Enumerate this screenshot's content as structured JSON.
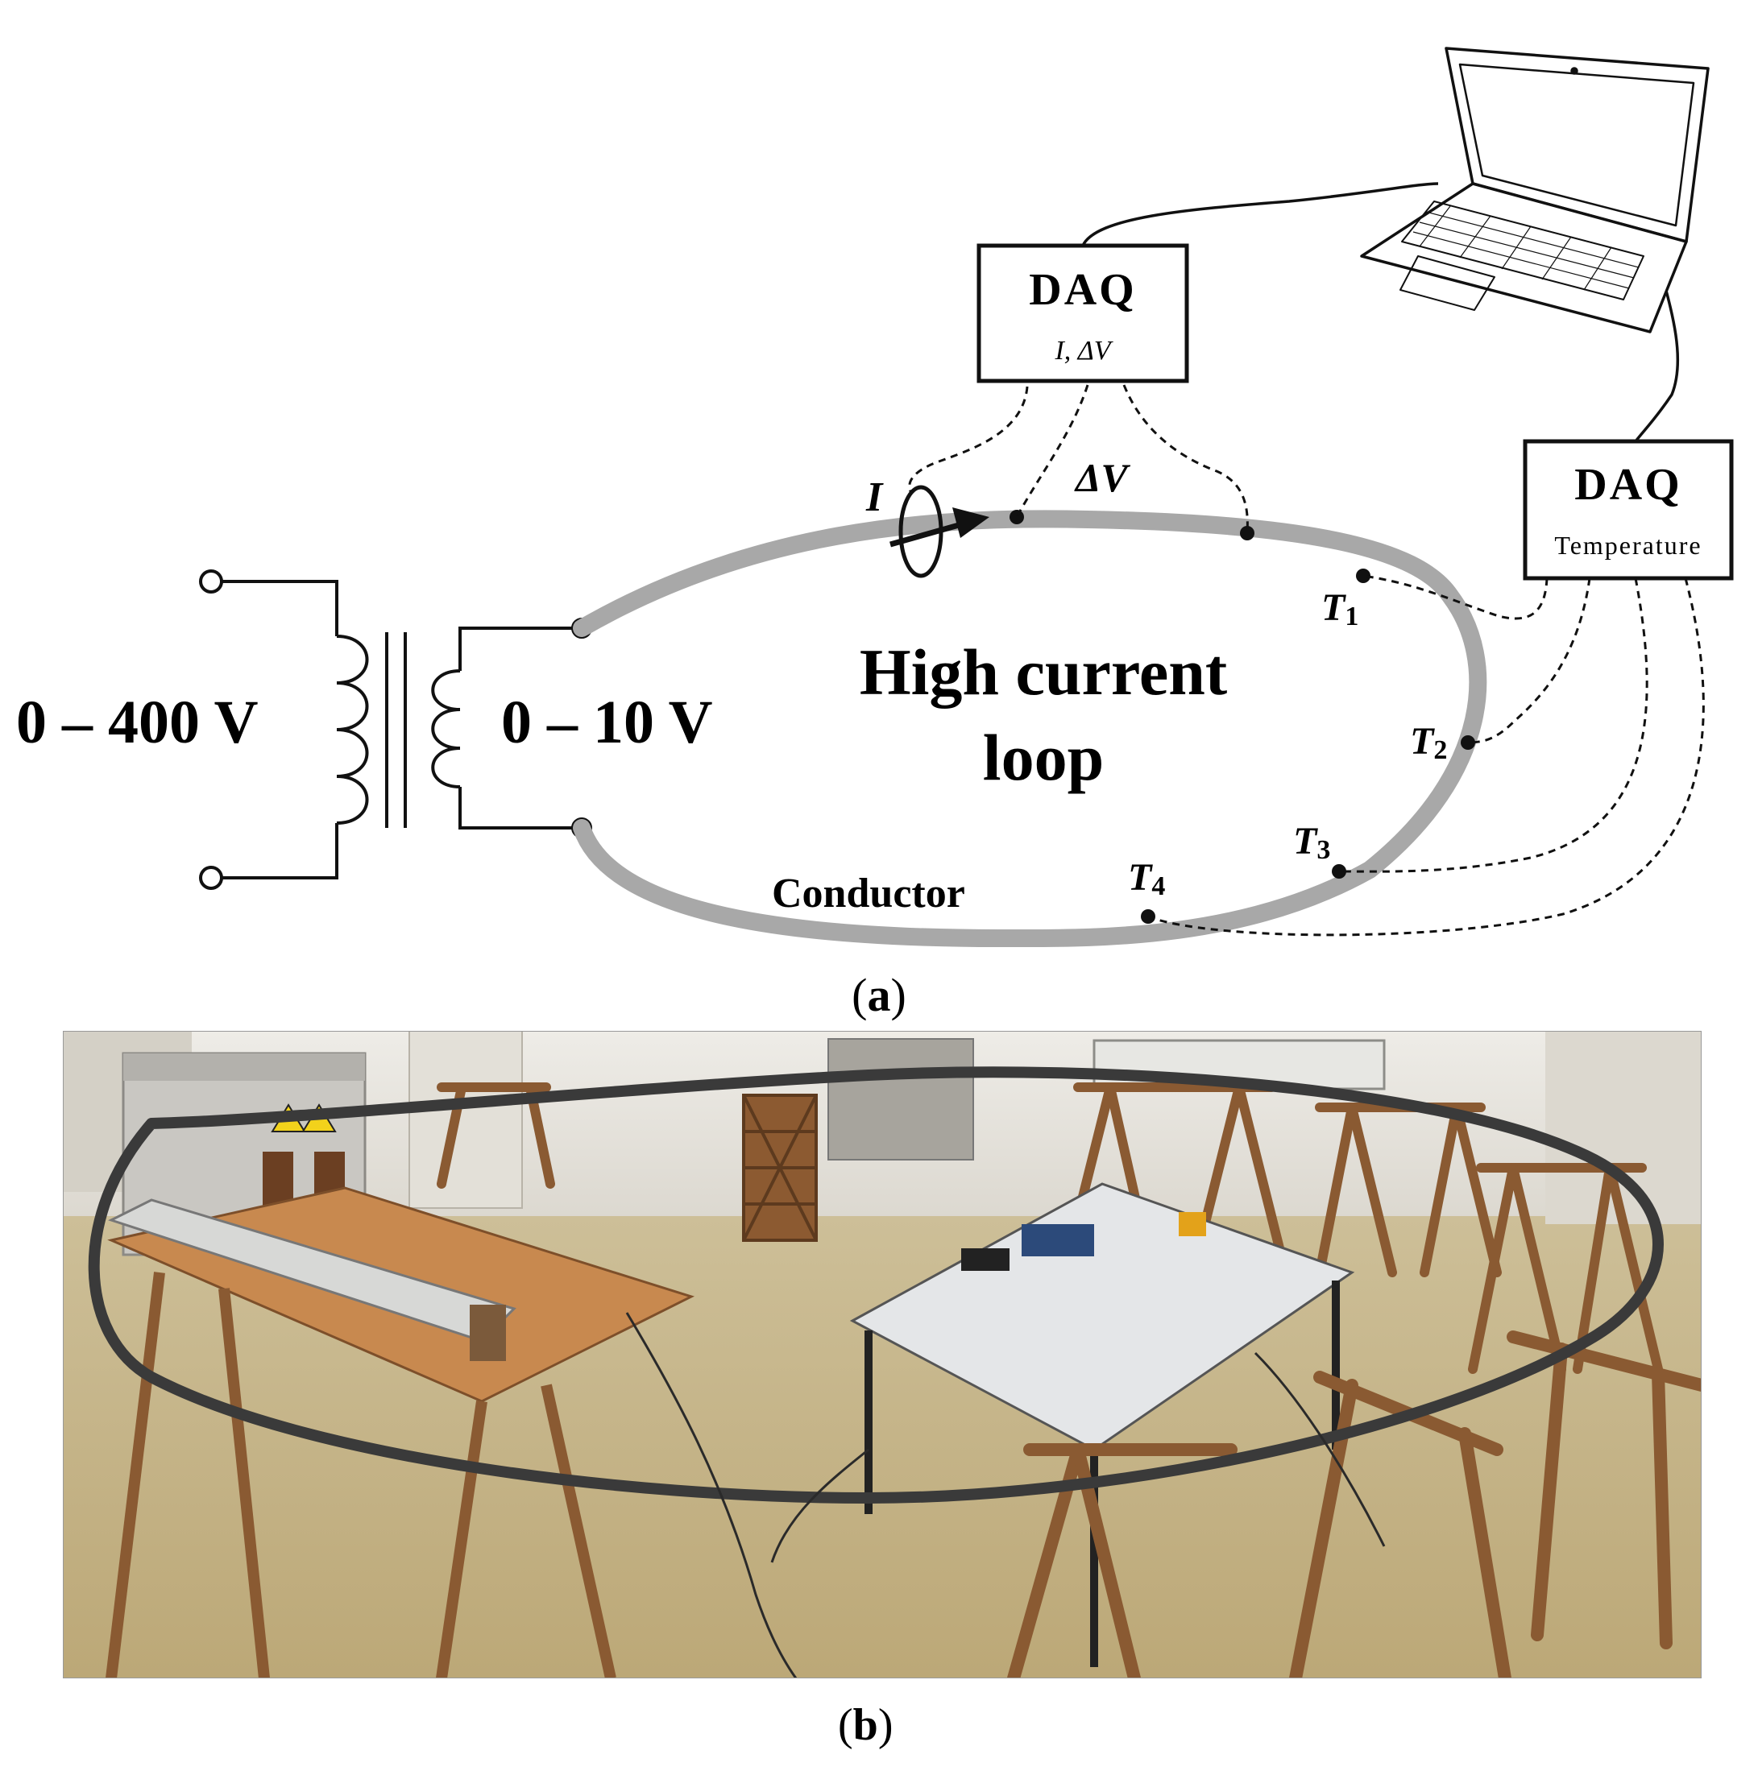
{
  "panel_a": {
    "caption_prefix": "(",
    "caption_letter": "a",
    "caption_suffix": ")",
    "primary_voltage": "0 – 400 V",
    "secondary_voltage": "0 – 10 V",
    "loop_label_line1": "High current",
    "loop_label_line2": "loop",
    "conductor_label": "Conductor",
    "current_symbol": "I",
    "voltage_drop_symbol": "ΔV",
    "daq_iv": {
      "title": "DAQ",
      "subtitle": "I, ΔV"
    },
    "daq_temp": {
      "title": "DAQ",
      "subtitle": "Temperature"
    },
    "sensors": [
      {
        "symbol": "T",
        "index": "1"
      },
      {
        "symbol": "T",
        "index": "2"
      },
      {
        "symbol": "T",
        "index": "3"
      },
      {
        "symbol": "T",
        "index": "4"
      }
    ],
    "computer": "laptop-icon"
  },
  "panel_b": {
    "caption_prefix": "(",
    "caption_letter": "b",
    "caption_suffix": ")",
    "image": "laboratory-test-setup-photo"
  },
  "colors": {
    "conductor": "#a8a8a8",
    "line": "#111111",
    "floor": "#c9b98f",
    "wood": "#8a5a32",
    "wall": "#e9e6df"
  }
}
